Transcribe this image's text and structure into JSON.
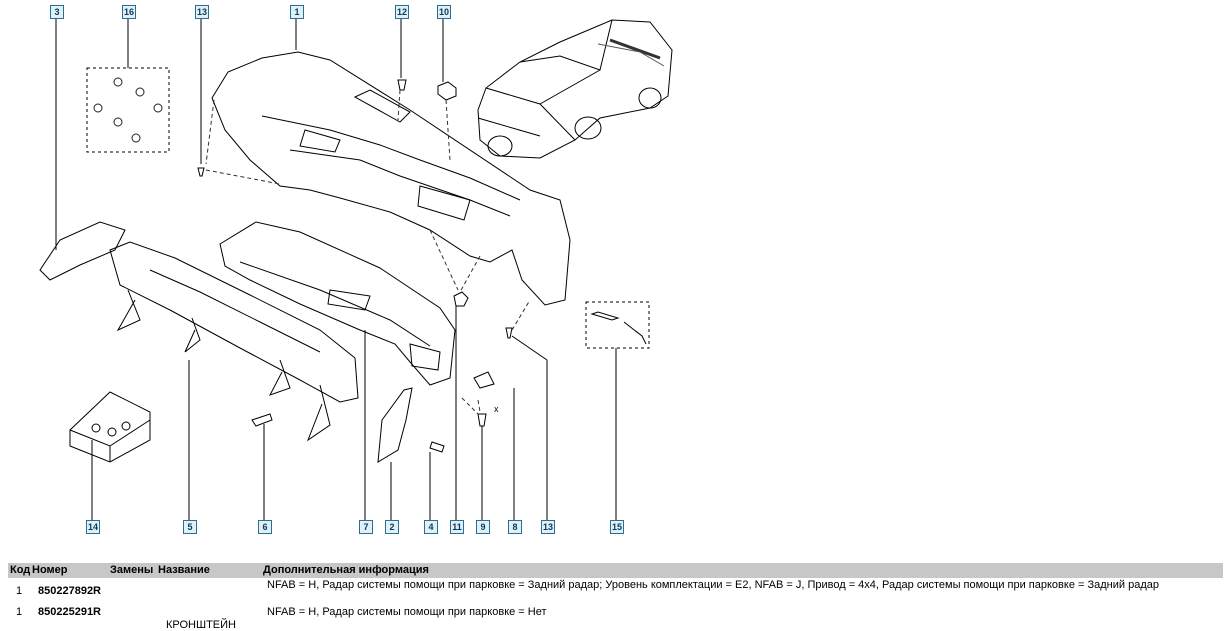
{
  "diagram": {
    "callouts": [
      {
        "id": "c3",
        "label": "3"
      },
      {
        "id": "c16",
        "label": "16"
      },
      {
        "id": "c13a",
        "label": "13"
      },
      {
        "id": "c1",
        "label": "1"
      },
      {
        "id": "c12",
        "label": "12"
      },
      {
        "id": "c10",
        "label": "10"
      },
      {
        "id": "c14",
        "label": "14"
      },
      {
        "id": "c5",
        "label": "5"
      },
      {
        "id": "c6",
        "label": "6"
      },
      {
        "id": "c7",
        "label": "7"
      },
      {
        "id": "c2",
        "label": "2"
      },
      {
        "id": "c4",
        "label": "4"
      },
      {
        "id": "c11",
        "label": "11"
      },
      {
        "id": "c9",
        "label": "9"
      },
      {
        "id": "c8",
        "label": "8"
      },
      {
        "id": "c13b",
        "label": "13"
      },
      {
        "id": "c15",
        "label": "15"
      }
    ],
    "x_mark": "x"
  },
  "table": {
    "headers": {
      "code": "Код",
      "number": "Номер",
      "replacements": "Замены",
      "name": "Название",
      "info": "Дополнительная информация"
    },
    "rows": [
      {
        "qty": "1",
        "number": "850227892R",
        "name": "",
        "info": "NFAB = H, Радар системы помощи при парковке = Задний радар; Уровень комплектации = E2, NFAB = J, Привод = 4x4, Радар системы помощи при парковке = Задний радар"
      },
      {
        "qty": "1",
        "number": "850225291R",
        "name": "КРОНШТЕЙН",
        "info": "NFAB = H, Радар системы помощи при парковке = Нет"
      }
    ]
  }
}
